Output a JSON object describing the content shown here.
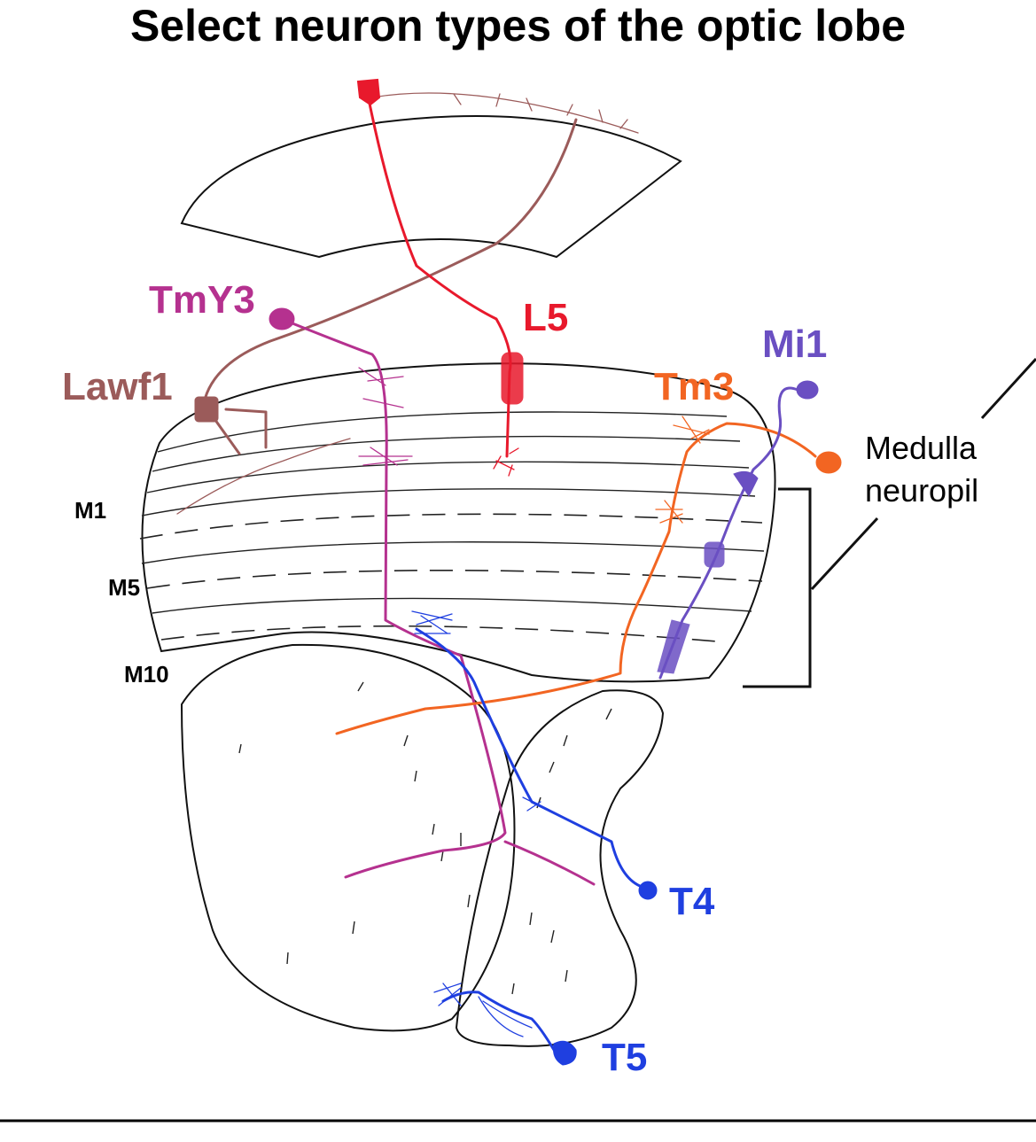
{
  "title": "Select neuron types of the optic lobe",
  "neurons": [
    {
      "name": "L5",
      "color": "#e8192c"
    },
    {
      "name": "Lawf1",
      "color": "#9b5b5a"
    },
    {
      "name": "TmY3",
      "color": "#b5318f"
    },
    {
      "name": "Tm3",
      "color": "#f26522"
    },
    {
      "name": "Mi1",
      "color": "#6a4fc2"
    },
    {
      "name": "T4",
      "color": "#1f3fe0"
    },
    {
      "name": "T5",
      "color": "#1f3fe0"
    }
  ],
  "layers": [
    "M1",
    "M5",
    "M10"
  ],
  "region_label": [
    "Medulla",
    "neuropil"
  ]
}
